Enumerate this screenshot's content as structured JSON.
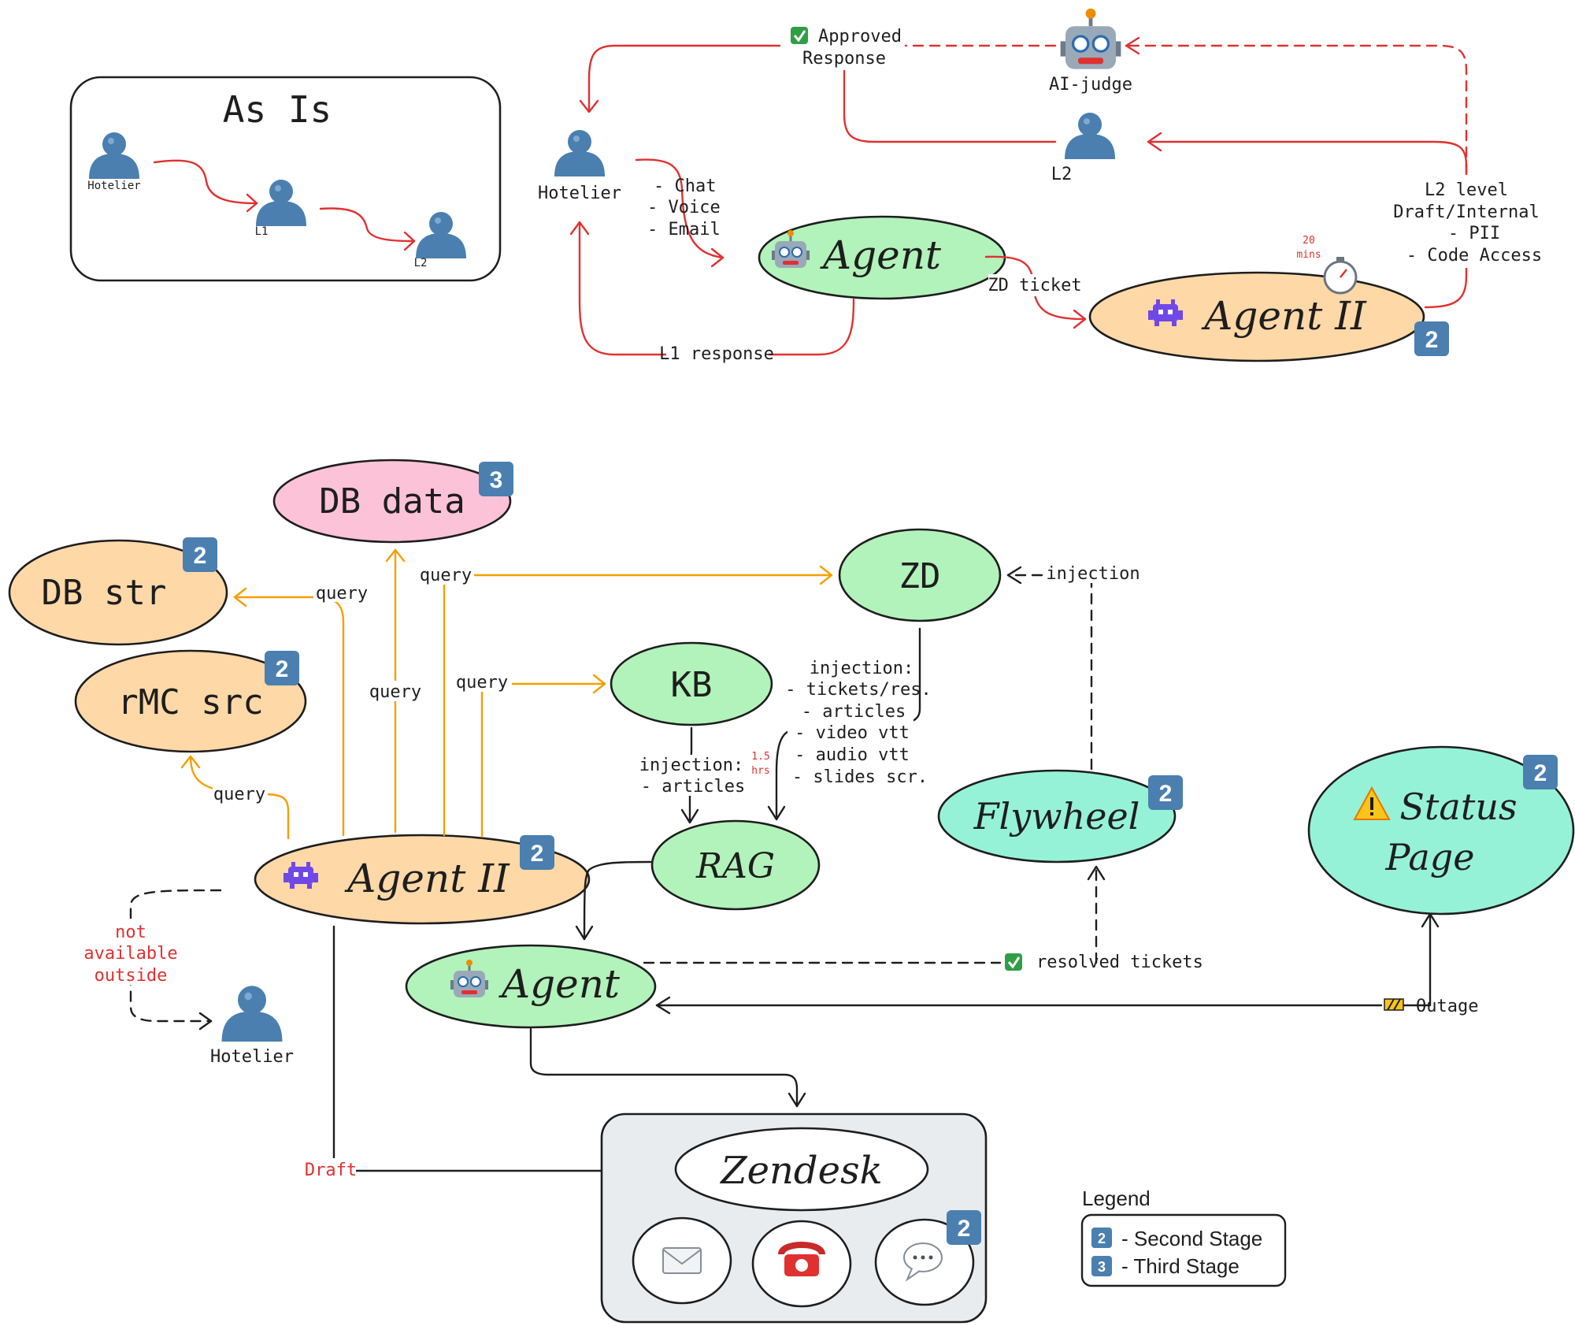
{
  "colors": {
    "red_edge": "#e03131",
    "orange_edge": "#f59f00",
    "green_node": "#b2f2bb",
    "teal_node": "#96f2d7",
    "orange_node": "#ffd8a8",
    "pink_node": "#fcc2d7",
    "gray_box": "#e9ecef",
    "badge": "#4a7fb0"
  },
  "icons": {
    "person": "person-silhouette-icon",
    "robot": "robot-face-icon",
    "alien": "alien-monster-icon",
    "stopwatch": "stopwatch-icon",
    "check": "check-mark-icon",
    "warning": "warning-icon",
    "barrier": "construction-barrier-icon",
    "email": "email-envelope-icon",
    "phone": "telephone-icon",
    "chat": "speech-balloon-icon"
  },
  "as_is": {
    "title": "As Is",
    "hotelier": "Hotelier",
    "l1": "L1",
    "l2": "L2"
  },
  "top": {
    "hotelier": "Hotelier",
    "channels": [
      "- Chat",
      "- Voice",
      "- Email"
    ],
    "agent": "Agent",
    "zd_ticket": "ZD ticket",
    "agent2": "Agent II",
    "badge": "2",
    "timer": [
      "20",
      "mins"
    ],
    "l1_response": "L1 response",
    "l2_label": "L2",
    "l2_level": [
      "L2 level",
      "Draft/Internal",
      "- PII",
      "- Code Access"
    ],
    "ai_judge": "AI-judge",
    "approved": [
      "Approved",
      "Response"
    ]
  },
  "bottom": {
    "db_data": "DB data",
    "db_data_badge": "3",
    "db_str": "DB str",
    "db_str_badge": "2",
    "rmc_src": "rMC src",
    "rmc_src_badge": "2",
    "zd": "ZD",
    "kb": "KB",
    "rag": "RAG",
    "flywheel": "Flywheel",
    "flywheel_badge": "2",
    "status_page": [
      "Status",
      "Page"
    ],
    "status_badge": "2",
    "agent2": "Agent II",
    "agent2_badge": "2",
    "agent": "Agent",
    "hotelier": "Hotelier",
    "zendesk": "Zendesk",
    "zendesk_badge": "2",
    "query": "query",
    "injection": "injection",
    "zd_injection": [
      "injection:",
      "- tickets/res.",
      "- articles",
      "- video vtt",
      "- audio vtt",
      "- slides scr."
    ],
    "kb_injection": [
      "injection:",
      "- articles"
    ],
    "kb_timer": [
      "1.5",
      "hrs"
    ],
    "not_available": [
      "not",
      "available",
      "outside"
    ],
    "resolved": "resolved tickets",
    "outage": "Outage",
    "draft": "Draft"
  },
  "legend": {
    "title": "Legend",
    "items": [
      {
        "badge": "2",
        "label": "- Second Stage"
      },
      {
        "badge": "3",
        "label": "- Third Stage"
      }
    ]
  }
}
